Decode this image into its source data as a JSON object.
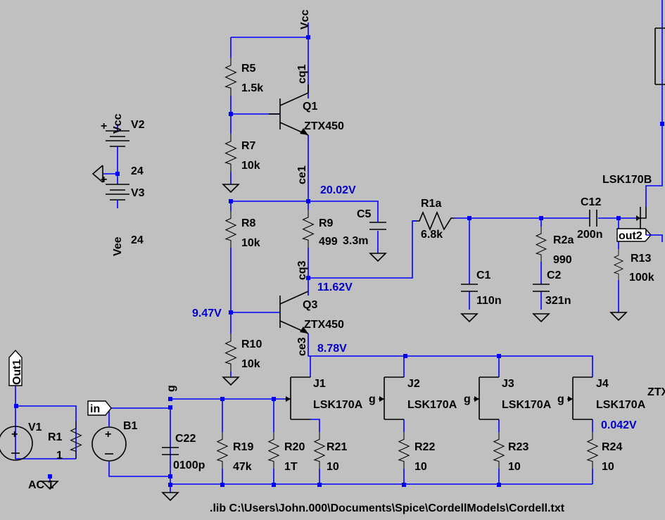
{
  "supplies": {
    "vcc": "Vcc",
    "vee": "Vee",
    "v2": {
      "name": "V2",
      "value": "24"
    },
    "v3": {
      "name": "V3",
      "value": "24"
    }
  },
  "transistors": {
    "q1": {
      "name": "Q1",
      "model": "ZTX450"
    },
    "q3": {
      "name": "Q3",
      "model": "ZTX450"
    },
    "lsk170b": "LSK170B",
    "ztx_clipped": "ZTX"
  },
  "jfets": [
    {
      "name": "J1",
      "model": "LSK170A"
    },
    {
      "name": "J2",
      "model": "LSK170A"
    },
    {
      "name": "J3",
      "model": "LSK170A"
    },
    {
      "name": "J4",
      "model": "LSK170A"
    }
  ],
  "resistors": {
    "r5": {
      "name": "R5",
      "value": "1.5k"
    },
    "r7": {
      "name": "R7",
      "value": "10k"
    },
    "r8": {
      "name": "R8",
      "value": "10k"
    },
    "r9": {
      "name": "R9",
      "value": "499"
    },
    "r10": {
      "name": "R10",
      "value": "10k"
    },
    "r1a": {
      "name": "R1a",
      "value": "6.8k"
    },
    "r2a": {
      "name": "R2a",
      "value": "990"
    },
    "r13": {
      "name": "R13",
      "value": "100k"
    },
    "r1": {
      "name": "R1",
      "value": "1"
    },
    "r19": {
      "name": "R19",
      "value": "47k"
    },
    "r20": {
      "name": "R20",
      "value": "1T"
    },
    "r21": {
      "name": "R21",
      "value": "10"
    },
    "r22": {
      "name": "R22",
      "value": "10"
    },
    "r23": {
      "name": "R23",
      "value": "10"
    },
    "r24": {
      "name": "R24",
      "value": "10"
    }
  },
  "capacitors": {
    "c5": {
      "name": "C5",
      "value": "3.3m"
    },
    "c1": {
      "name": "C1",
      "value": "110n"
    },
    "c2": {
      "name": "C2",
      "value": "321n"
    },
    "c12": {
      "name": "C12",
      "value": "200n"
    },
    "c22": {
      "name": "C22",
      "value": "0100p"
    }
  },
  "sources": {
    "v1": {
      "name": "V1",
      "value": "AC 1"
    },
    "b1": {
      "name": "B1"
    }
  },
  "nets": {
    "cq1": "cq1",
    "ce1": "ce1",
    "cq3": "cq3",
    "ce3": "ce3",
    "g": "g",
    "out1": "Out1",
    "in": "in",
    "out2": "out2"
  },
  "voltages": {
    "ce1": "20.02V",
    "cq3": "11.62V",
    "base_q3": "9.47V",
    "ce3": "8.78V",
    "j4_source": "0.042V"
  },
  "directive": ".lib C:\\Users\\John.000\\Documents\\Spice\\CordellModels\\Cordell.txt"
}
